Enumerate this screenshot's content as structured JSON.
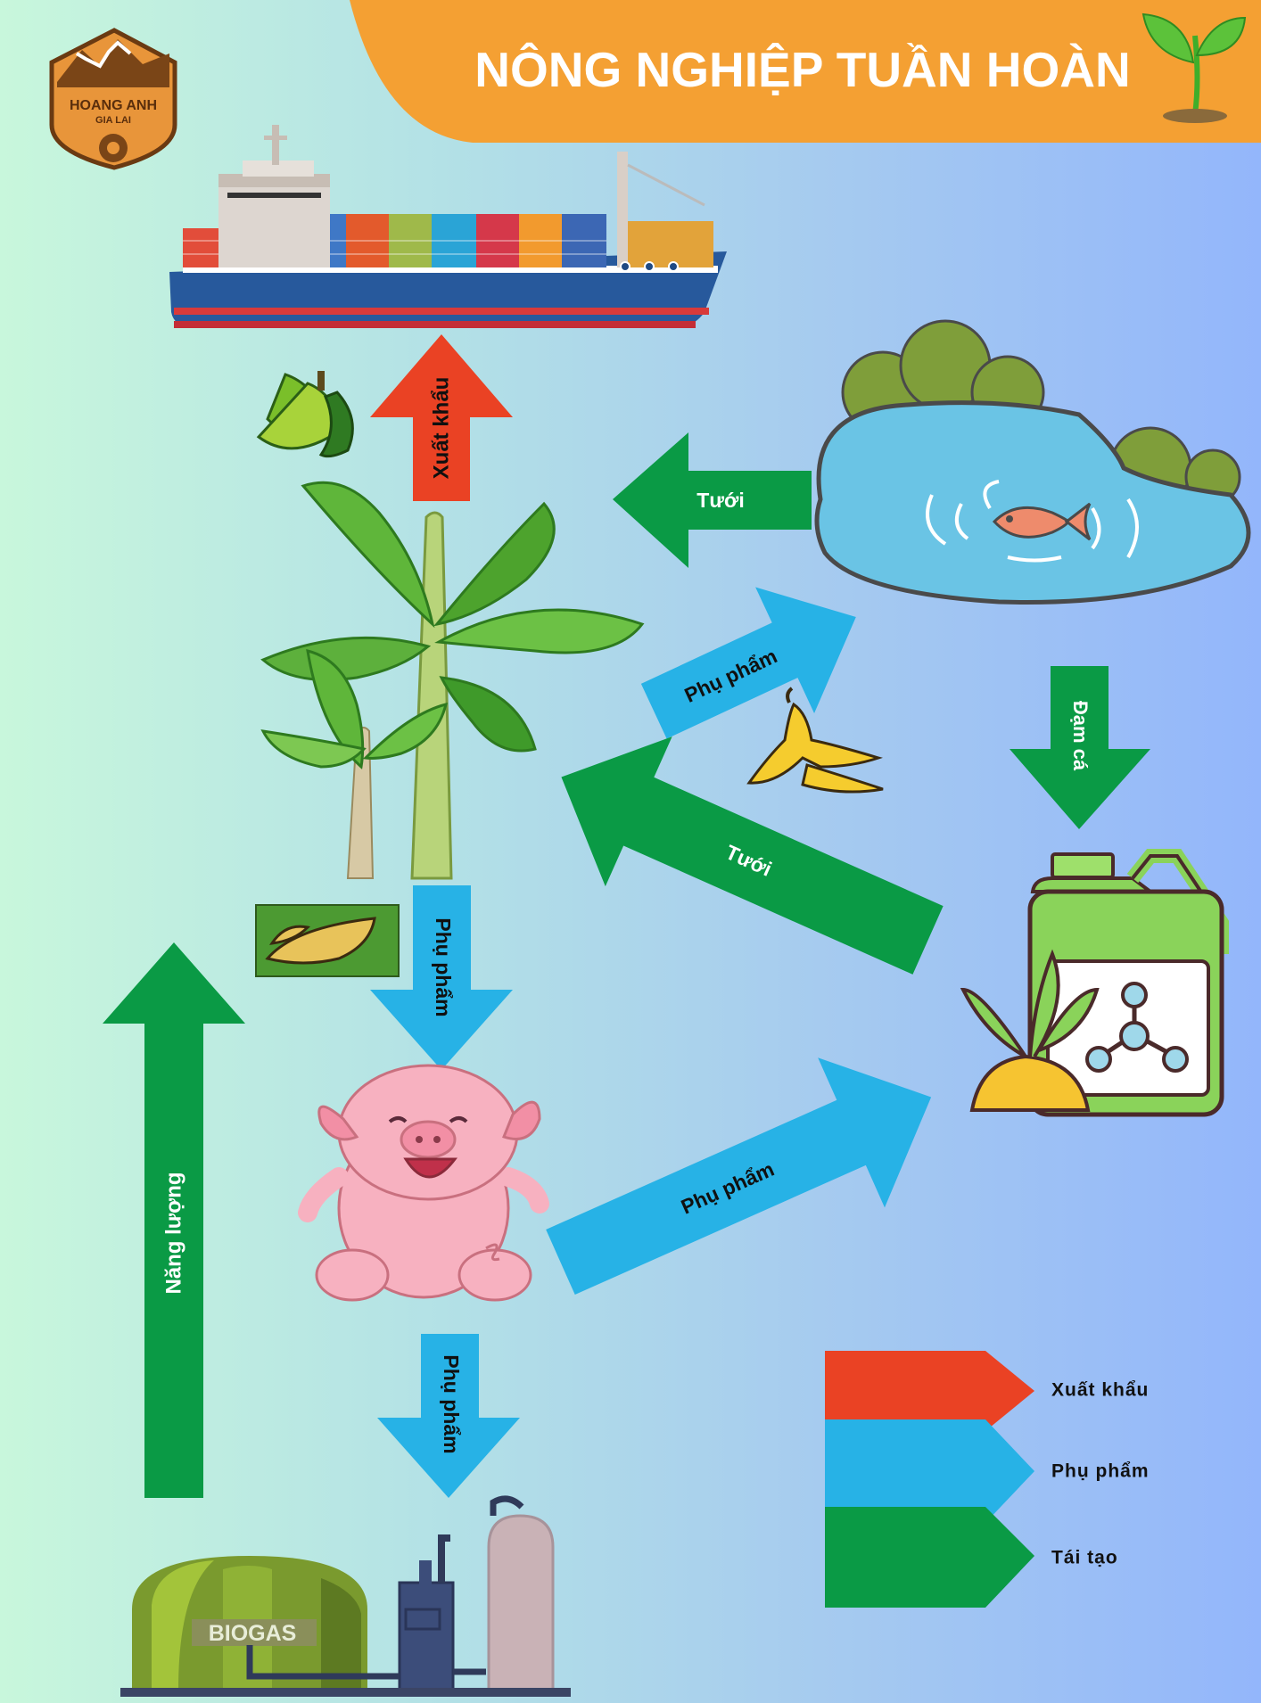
{
  "header": {
    "title": "NÔNG NGHIỆP TUẦN HOÀN",
    "banner_color": "#f4a033"
  },
  "logo": {
    "line1": "HOANG ANH",
    "line2": "GIA LAI"
  },
  "flows": {
    "export": "Xuất khẩu",
    "irrigate_top": "Tưới",
    "byproduct_banana_to_pond": "Phụ phẩm",
    "fish_nitrogen": "Đạm cá",
    "irrigate_fertilizer": "Tưới",
    "byproduct_banana_to_pig": "Phụ phẩm",
    "byproduct_pig_to_fertilizer": "Phụ phẩm",
    "byproduct_pig_to_biogas": "Phụ phẩm",
    "energy": "Năng lượng"
  },
  "biogas_label": "BIOGAS",
  "legend": [
    {
      "label": "Xuất khẩu",
      "color": "#ea4224"
    },
    {
      "label": "Phụ phẩm",
      "color": "#27b2e6"
    },
    {
      "label": "Tái tạo",
      "color": "#0a9a45"
    }
  ],
  "colors": {
    "export_arrow": "#ea4224",
    "byproduct_arrow": "#27b2e6",
    "renew_arrow": "#0a9a45"
  },
  "icons": [
    "ship-icon",
    "bananas-icon",
    "banana-tree-icon",
    "pond-icon",
    "fish-icon",
    "banana-peel-icon",
    "banana-leaf-icon",
    "fertilizer-jug-icon",
    "pig-icon",
    "biogas-plant-icon",
    "sprout-icon"
  ]
}
